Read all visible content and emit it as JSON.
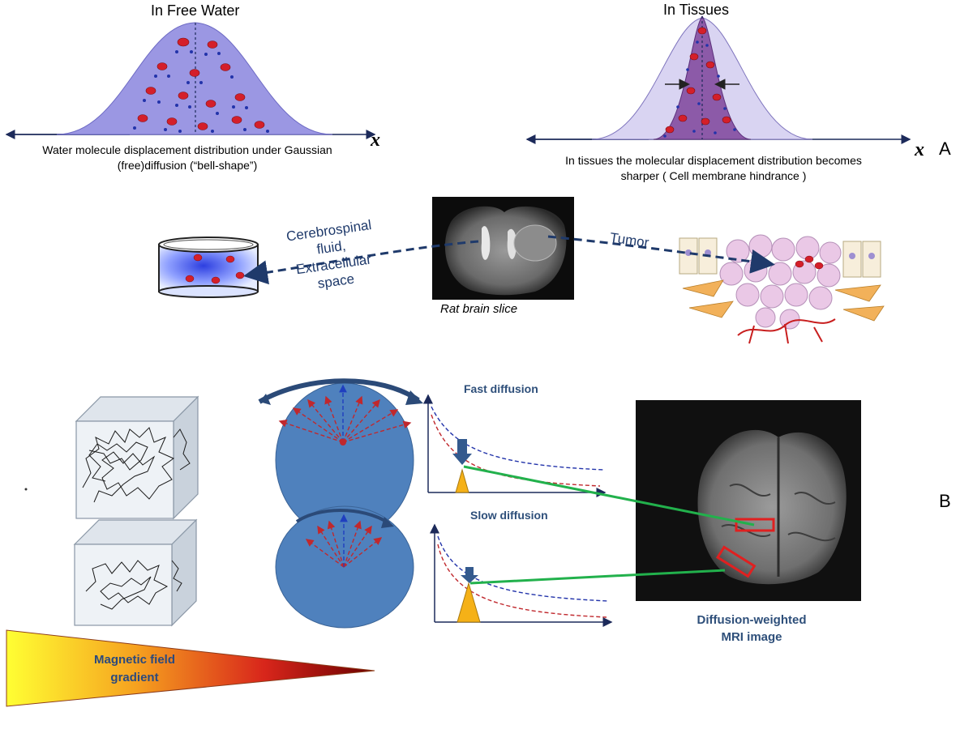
{
  "panel_a": {
    "free_water_title": "In Free Water",
    "tissues_title": "In Tissues",
    "free_caption_line1": "Water molecule displacement distribution under Gaussian",
    "free_caption_line2": "(free)diffusion  (“bell-shape”)",
    "tissue_caption_line1": "In tissues the molecular displacement distribution becomes",
    "tissue_caption_line2": "sharper  ( Cell membrane hindrance )",
    "axis_label": "x",
    "letter": "A"
  },
  "middle": {
    "csf_line1": "Cerebrospinal",
    "csf_line2": "fluid,",
    "csf_line3": "Extracellular",
    "csf_line4": "space",
    "tumor_label": "Tumor",
    "brain_caption": "Rat brain slice"
  },
  "panel_b": {
    "fast_label": "Fast diffusion",
    "slow_label": "Slow diffusion",
    "gradient_line1": "Magnetic field",
    "gradient_line2": "gradient",
    "mri_line1": "Diffusion-weighted",
    "mri_line2": "MRI image",
    "letter": "B"
  },
  "colors": {
    "bell_fill": "#9b97e3",
    "tissue_fill": "#8c5aa8",
    "disk_fill": "#4f81bd",
    "dashed_navy": "#1f3a6b",
    "green_line": "#22b14c",
    "roi_red": "#e02020",
    "triangle": "#f5b117"
  }
}
